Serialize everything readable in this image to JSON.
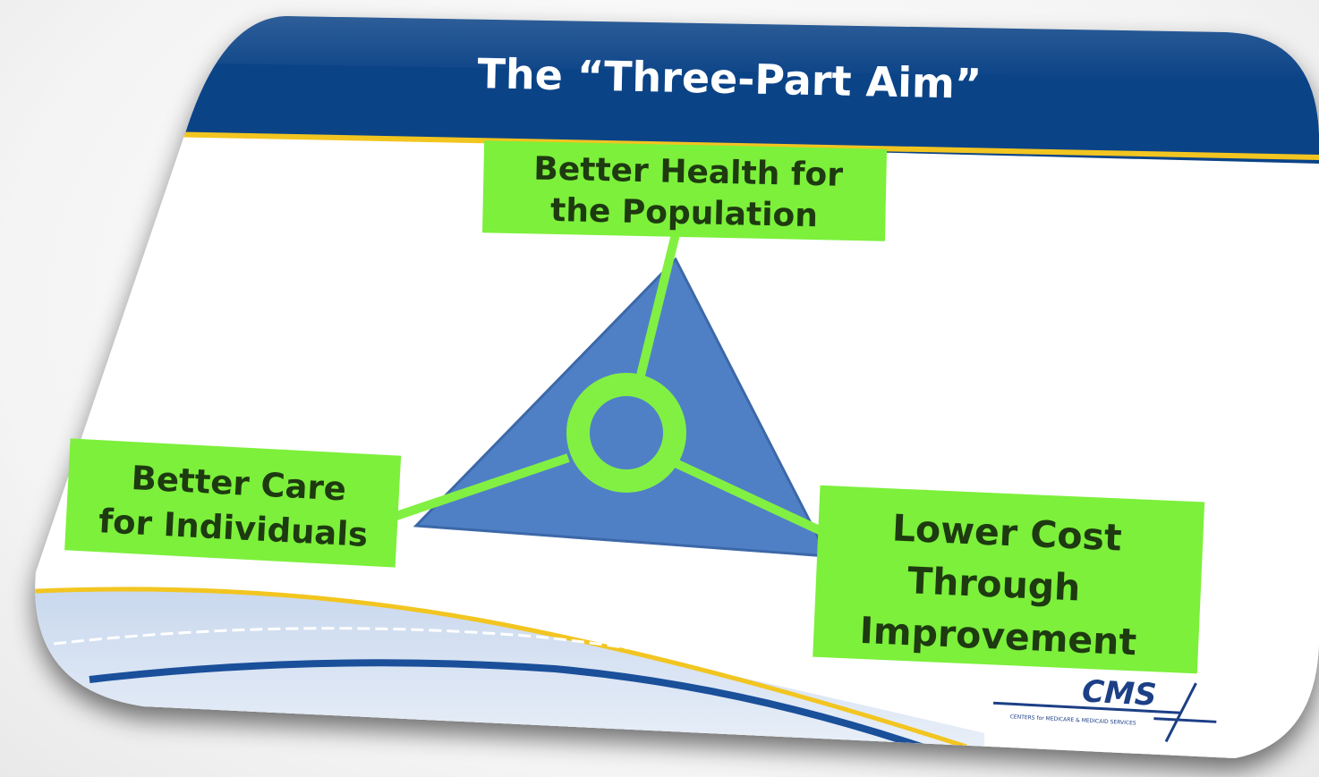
{
  "slide": {
    "title": "The “Three-Part Aim”",
    "aims": {
      "top": [
        "Better Health for",
        "the Population"
      ],
      "left": [
        "Better Care",
        "for Individuals"
      ],
      "right": [
        "Lower Cost",
        "Through",
        "Improvement"
      ]
    },
    "logo": {
      "text": "CMS",
      "subtitle": "CENTERS for MEDICARE & MEDICAID SERVICES"
    }
  },
  "colors": {
    "title_bar": "#0b4387",
    "accent_line": "#f2c520",
    "triangle_fill": "#4f80c6",
    "triangle_stroke": "#3c68a8",
    "aim_box": "#7cf03b",
    "connector": "#82f043",
    "logo": "#1c3f86"
  }
}
